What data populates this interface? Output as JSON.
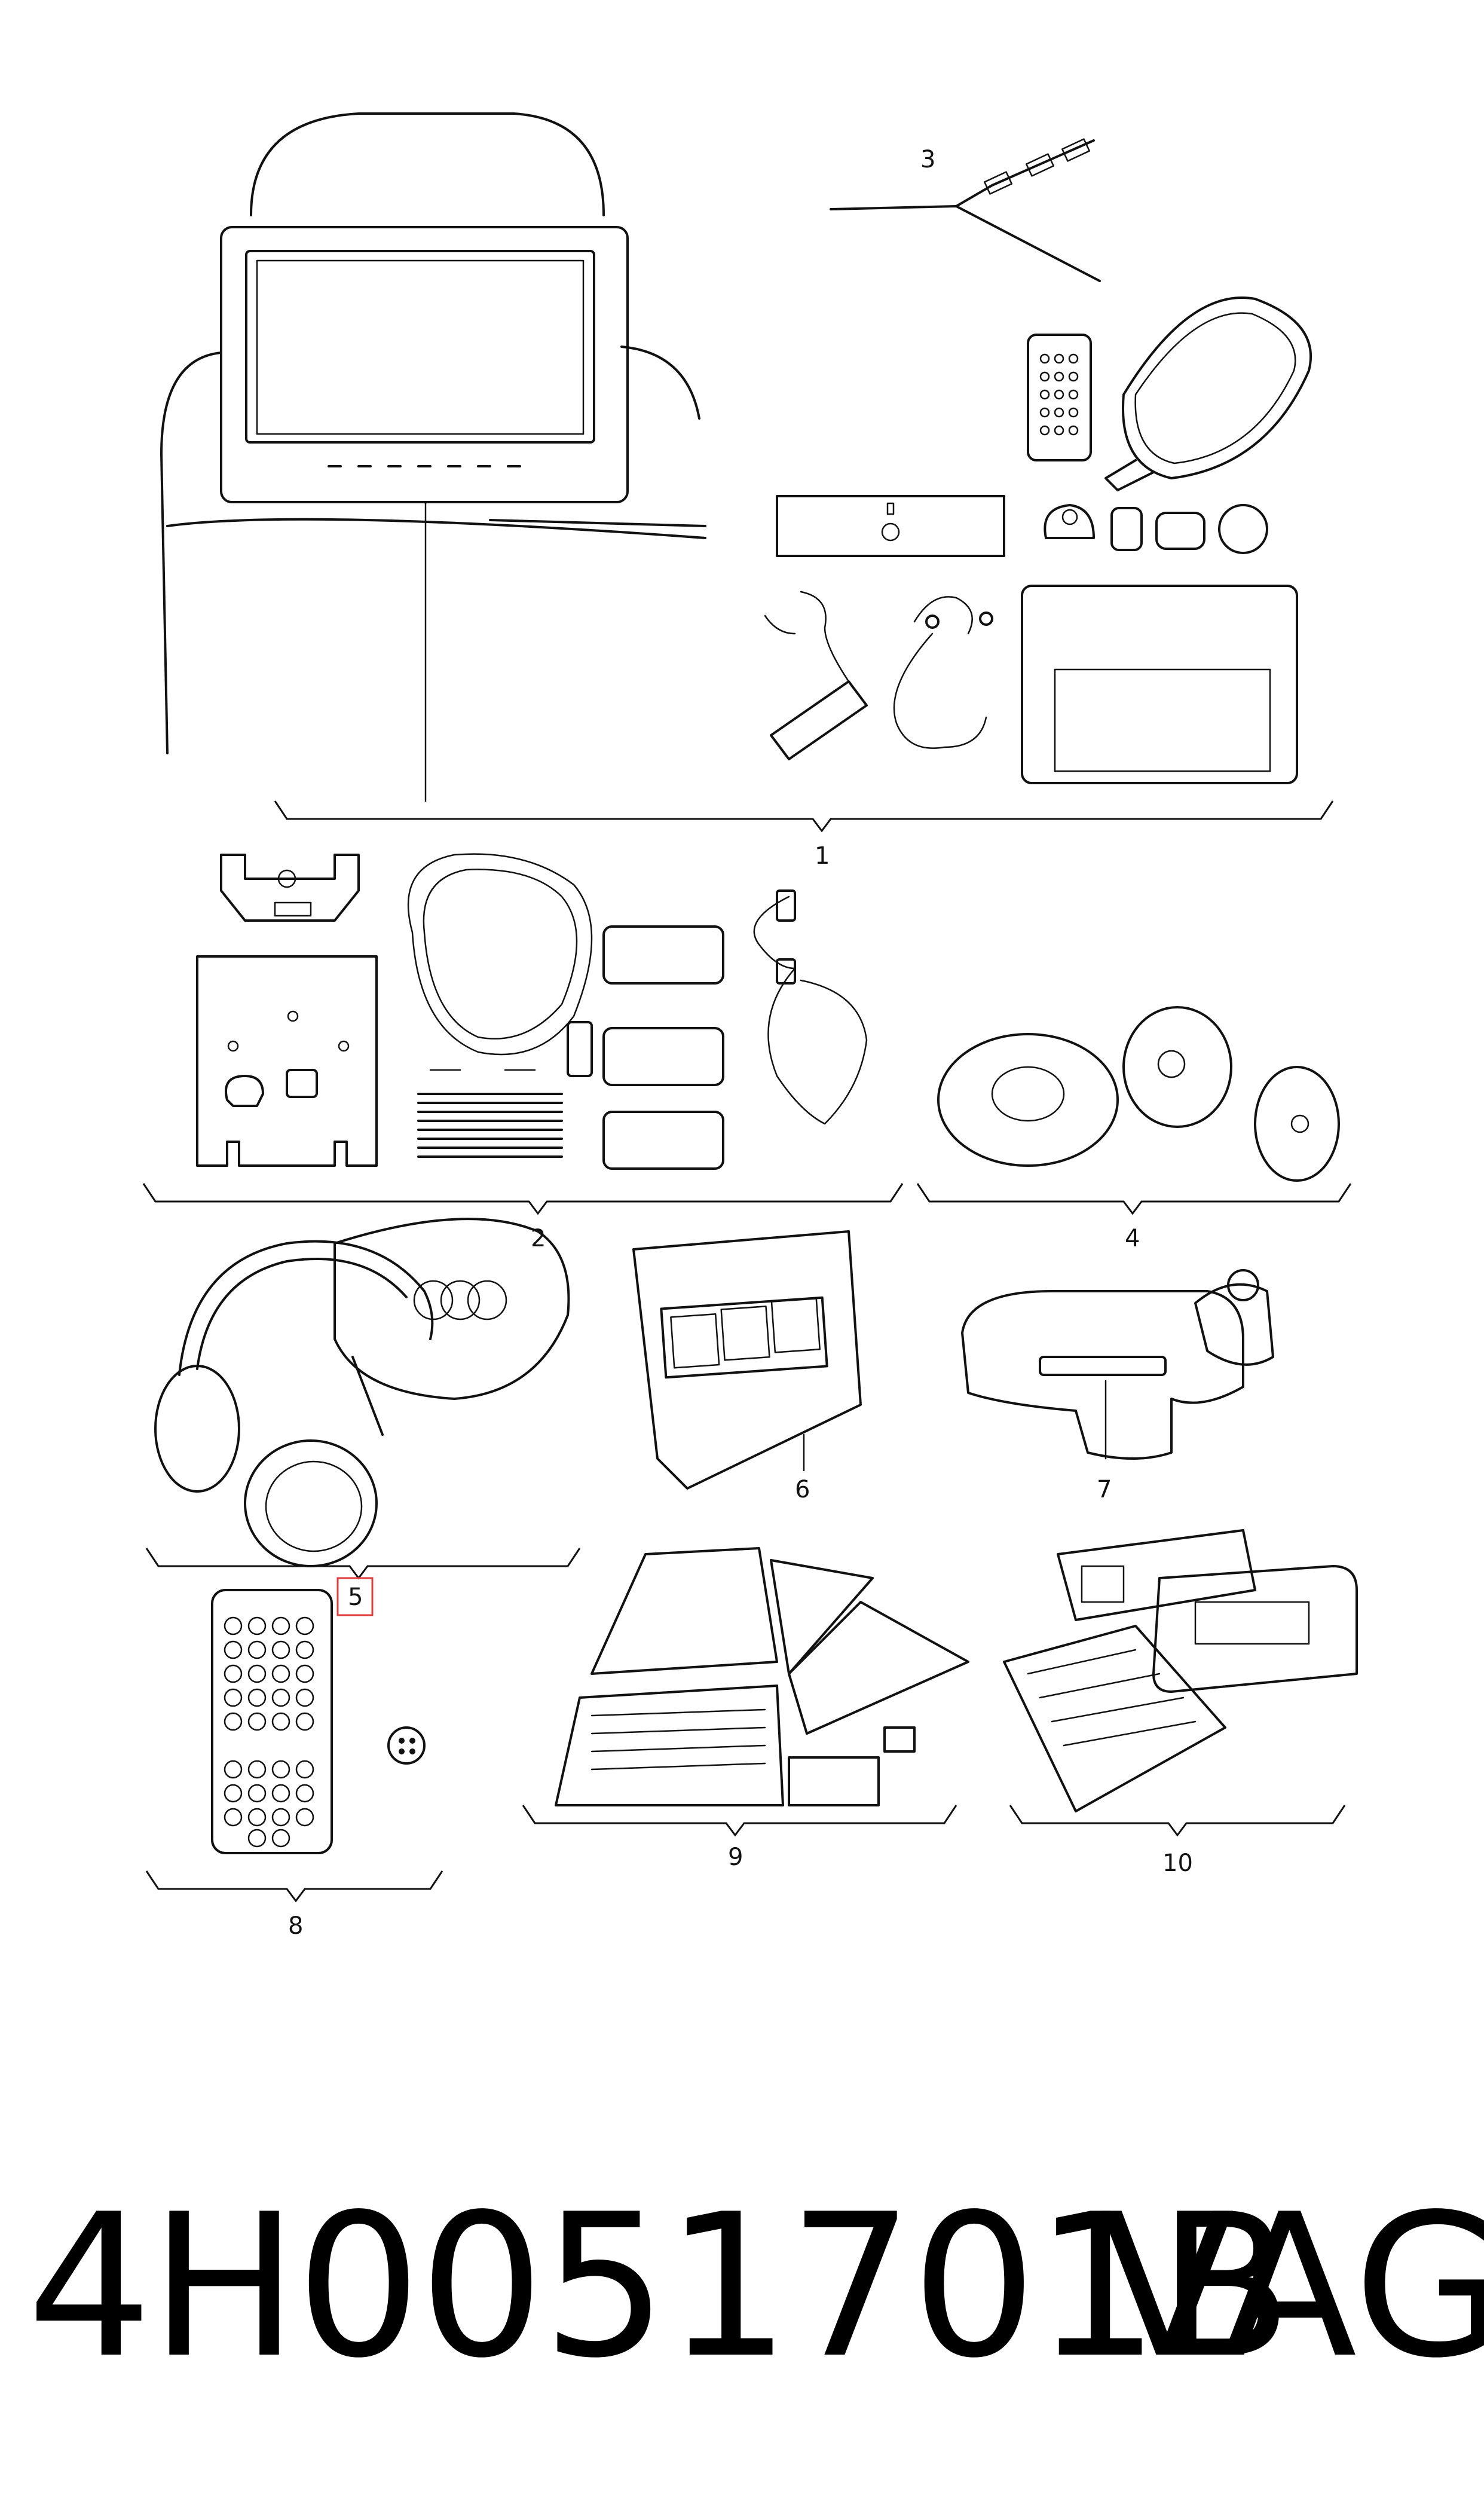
{
  "diagram": {
    "callouts": [
      "1",
      "2",
      "3",
      "4",
      "5",
      "6",
      "7",
      "8",
      "9",
      "10"
    ],
    "highlighted_callout": "5"
  },
  "footer": {
    "part_number": "4H0051701B",
    "brand": "VAG"
  },
  "colors": {
    "line": "#111111",
    "highlight": "#e03b3b",
    "background": "#ffffff"
  }
}
